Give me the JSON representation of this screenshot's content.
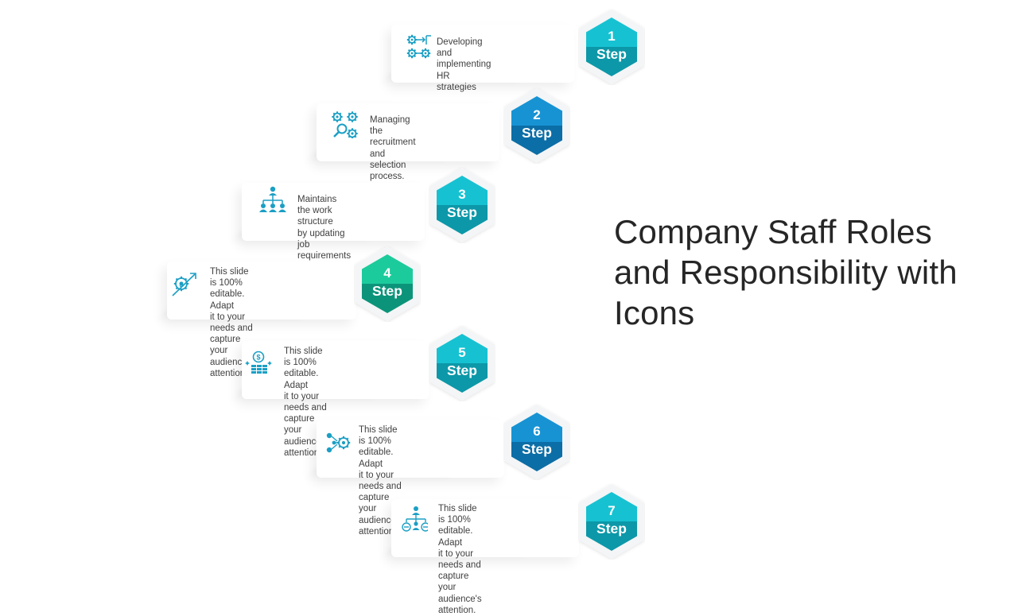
{
  "title": "Company Staff Roles and Responsibility with Icons",
  "colors": {
    "teal_top": "#16c2d2",
    "teal_bottom": "#0c98a8",
    "blue_top": "#1793d4",
    "blue_bottom": "#0c6ea6",
    "green_top": "#1ccb9c",
    "green_bottom": "#0c947a",
    "icon": "#1b9fc4",
    "text": "#404040",
    "title": "#262626"
  },
  "steps": [
    {
      "number": "1",
      "label": "Step",
      "color": "teal",
      "icon": "gears-flow-icon",
      "lines": [
        "Developing and",
        "implementing HR strategies"
      ]
    },
    {
      "number": "2",
      "label": "Step",
      "color": "blue",
      "icon": "gears-search-icon",
      "lines": [
        "Managing the recruitment and",
        "selection process."
      ]
    },
    {
      "number": "3",
      "label": "Step",
      "color": "teal",
      "icon": "org-chart-people-icon",
      "lines": [
        "Maintains the work structure",
        "by updating job requirements"
      ]
    },
    {
      "number": "4",
      "label": "Step",
      "color": "green",
      "icon": "money-growth-icon",
      "lines": [
        "This slide is 100% editable. Adapt",
        "it to your needs and capture your",
        "audience's attention."
      ]
    },
    {
      "number": "5",
      "label": "Step",
      "color": "teal",
      "icon": "money-stack-icon",
      "lines": [
        "This slide is 100% editable. Adapt",
        "it to your needs and capture your",
        "audience's attention."
      ]
    },
    {
      "number": "6",
      "label": "Step",
      "color": "blue",
      "icon": "gear-network-icon",
      "lines": [
        "This slide is 100% editable. Adapt",
        "it to your needs and capture your",
        "audience's attention."
      ]
    },
    {
      "number": "7",
      "label": "Step",
      "color": "teal",
      "icon": "team-hierarchy-icon",
      "lines": [
        "This slide is 100% editable. Adapt",
        "it to your needs and capture your",
        "audience's attention."
      ]
    }
  ]
}
